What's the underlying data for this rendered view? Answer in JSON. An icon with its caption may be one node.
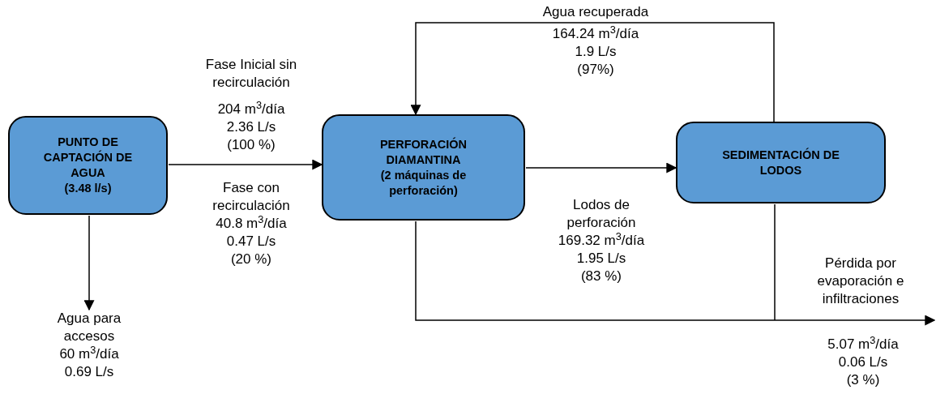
{
  "diagram": {
    "nodes": [
      {
        "text": [
          "PUNTO DE CAPTACIÓN DE AGUA",
          "(3.48 l/s)"
        ]
      },
      {
        "text": [
          "PERFORACIÓN DIAMANTINA",
          "(2 máquinas de perforación)"
        ]
      },
      {
        "text": [
          "SEDIMENTACIÓN DE LODOS"
        ]
      },
      {
        "text": [
          "Agua para accesos",
          "60 m$^{3}$/día",
          "0.69 L/s"
        ]
      }
    ],
    "edges": [
      {
        "from": 0,
        "to": 1,
        "arrow": "to"
      },
      {
        "from": 0,
        "to": 3,
        "arrow": "to"
      },
      {
        "from": 1,
        "to": 2,
        "arrow": "to",
        "label": "Lodos de perforación"
      },
      {
        "from": 2,
        "to": 1,
        "arrow": "to",
        "label": "Agua recuperada"
      },
      {
        "from": 1,
        "to": null,
        "arrow": "to"
      },
      {
        "from": 2,
        "to": null,
        "arrow": "none",
        "label": "Pérdida por evaporación e infiltraciones"
      }
    ],
    "labels": [
      "164.24 m$^{3}$/día",
      "1.9 L/s",
      "(97%)",
      "Fase Inicial sin recirculación",
      "204 m$^{3}$/día",
      "2.36 L/s",
      "(100 %)",
      "Fase con recirculación",
      "40.8 m$^{3}$/día",
      "0.47 L/s",
      "(20 %)",
      "169.32 m$^{3}$/día",
      "1.95 L/s",
      "(83 %)",
      "5.07 m$^{3}$/día",
      "0.06 L/s",
      "(3 %)"
    ]
  }
}
